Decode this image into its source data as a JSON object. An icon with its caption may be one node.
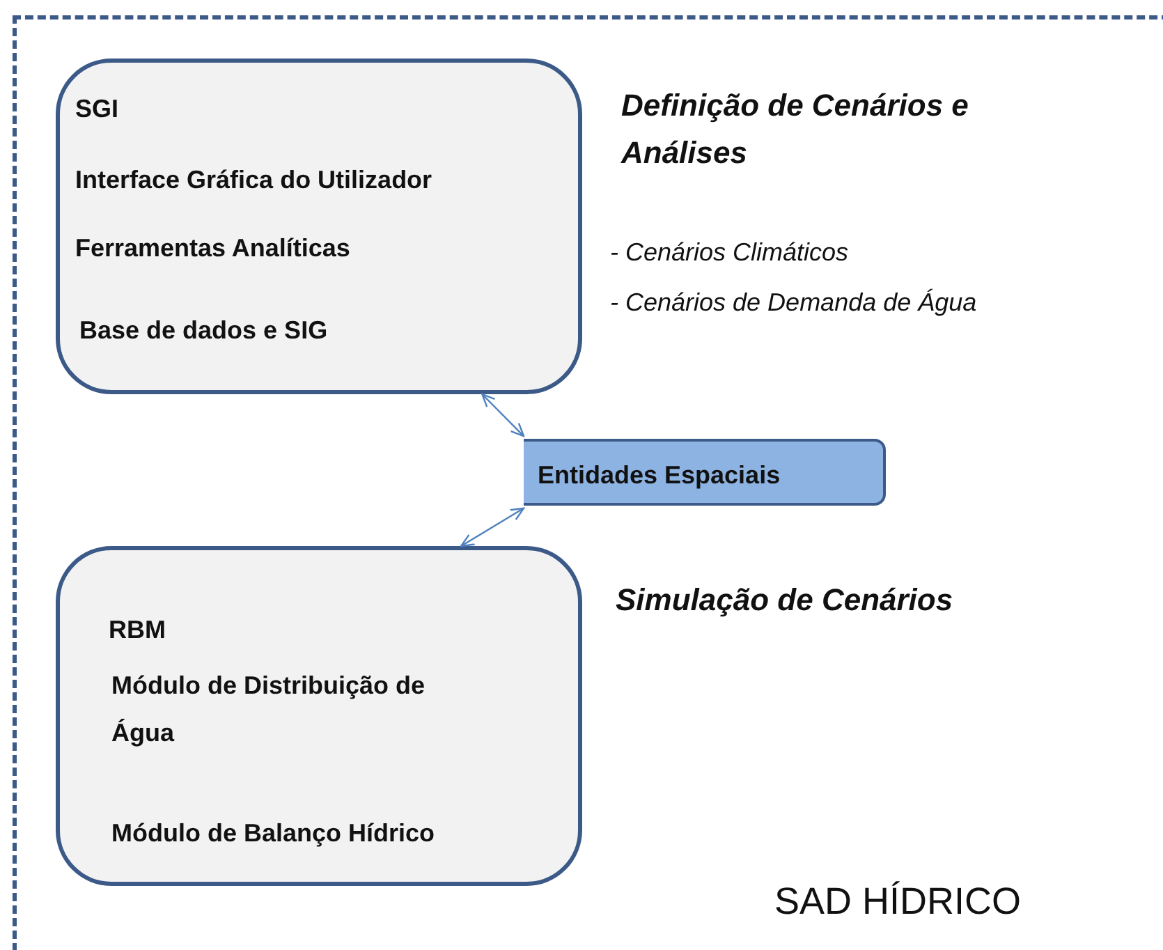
{
  "diagram": {
    "nodes": [
      {
        "text": [
          "SGI",
          "Interface Gráfica do Utilizador",
          "Ferramentas Analíticas",
          "Base de dados e SIG"
        ],
        "beside": [
          "Definição de Cenários e Análises",
          "- Cenários Climáticos",
          "- Cenários de Demanda de Água"
        ]
      },
      {
        "text": [
          "Entidades Espaciais"
        ]
      },
      {
        "text": [
          "RBM",
          "Módulo de Distribuição de Água",
          "Módulo de Balanço Hídrico"
        ],
        "beside": [
          "Simulação de Cenários"
        ]
      }
    ],
    "edges": [
      {
        "from": 0,
        "to": 1,
        "arrow": "both"
      },
      {
        "from": 2,
        "to": 1,
        "arrow": "both"
      }
    ],
    "labels": [
      "SAD HÍDRICO"
    ]
  }
}
